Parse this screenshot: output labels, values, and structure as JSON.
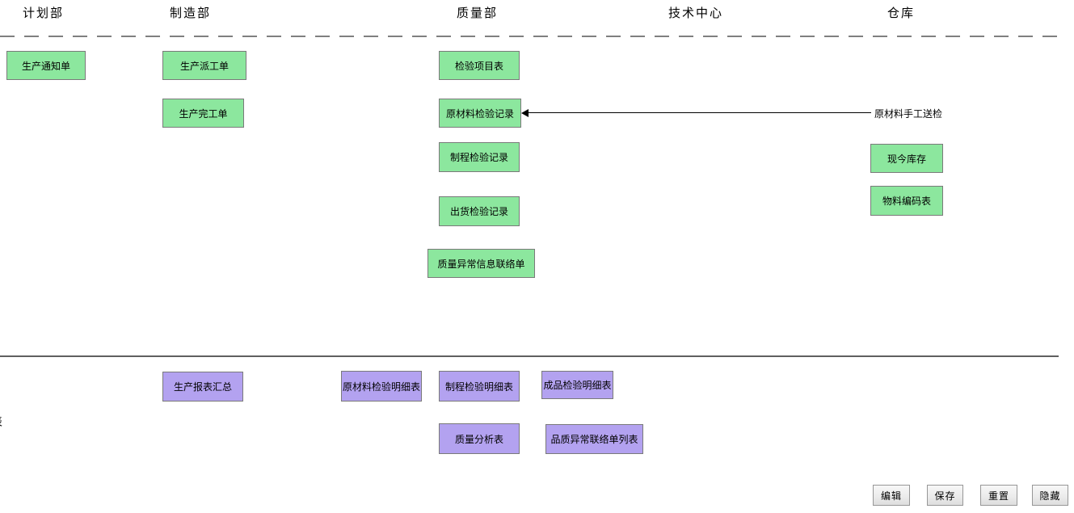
{
  "diagram": {
    "lanes": [
      {
        "label": "计划部"
      },
      {
        "label": "制造部"
      },
      {
        "label": "质量部"
      },
      {
        "label": "技术中心"
      },
      {
        "label": "仓库"
      }
    ],
    "green_boxes": [
      {
        "label": "生产通知单"
      },
      {
        "label": "生产派工单"
      },
      {
        "label": "生产完工单"
      },
      {
        "label": "检验项目表"
      },
      {
        "label": "原材料检验记录"
      },
      {
        "label": "制程检验记录"
      },
      {
        "label": "出货检验记录"
      },
      {
        "label": "质量异常信息联络单"
      },
      {
        "label": "现今库存"
      },
      {
        "label": "物料编码表"
      }
    ],
    "purple_boxes": [
      {
        "label": "生产报表汇总"
      },
      {
        "label": "原材料检验明细表"
      },
      {
        "label": "制程检验明细表"
      },
      {
        "label": "成品检验明细表"
      },
      {
        "label": "质量分析表"
      },
      {
        "label": "品质异常联络单列表"
      }
    ],
    "annotation_label": "原材料手工送检",
    "clipped_edge_text": "表"
  },
  "toolbar": {
    "buttons": [
      {
        "label": "编辑"
      },
      {
        "label": "保存"
      },
      {
        "label": "重置"
      },
      {
        "label": "隐藏"
      }
    ]
  },
  "colors": {
    "green_box": "#8ce79e",
    "purple_box": "#b3a2f0",
    "box_border": "#7a7a7a",
    "arrow": "#000000",
    "divider": "#5f5f5f",
    "dashed_line": "#7f7f7f"
  }
}
